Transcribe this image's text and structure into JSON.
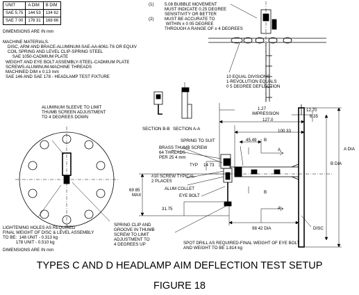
{
  "table": {
    "headers": [
      "UNIT",
      "A DIM",
      "B DIM"
    ],
    "rows": [
      [
        "SAE 5.75",
        "144 53",
        "134 62"
      ],
      [
        "SAE 7 00",
        "178 31",
        "168 66"
      ]
    ]
  },
  "notes": {
    "dims_mm_top": "DIMENSIONS ARE IN mm",
    "materials": "MACHINE MATERIALS.\n    DISC, ARM AND BRACE-ALUMINUM-SAE-AA-6061-T6 OR EQUIV\n    COIL SPRING AND LEVEL CLIP-SPRING STEEL\n        SAE 1050-CADMIUM PLATE",
    "weight": "WEIGHT AND EYE BOLT ASSEMBLY-STEEL-CADMIUM PLATE\nSCREWS-ALUMINUM-MACHINE THREADS\nMACHINED DIM ± 0.13 mm\nSAE 146 AND SAE 178 - HEADLAMP TEST FIXTURE",
    "bubble_num": "(1)",
    "bubble": "5.08 BUBBLE MOVEMENT\nMUST INDICATE 0.25 DEGREE\nSENSITIVITY OR BETTER",
    "accuracy_num": "(2)",
    "accuracy": "MUST BE ACCURATE TO\n WITHIN ± 0 05 DEGREE\nTHROUGH A RANGE OF ± 4 DEGREES",
    "divisions": "10 EQUAL DIVISIONS\n1-REVOLUTION EQUALS\n0 5 DEGREE DEFLECTION",
    "sleeve": "ALUMINUM SLEEVE TO LIMIT\nTHUMB SCREEN ADJUSTMENT\nTO 4 DEGREES DOWN",
    "section_bb": "SECTION B-B",
    "section_aa": "SECTION A-A",
    "lightening": "LIGHTENING HOLES AS REQUIRED\nFINAL WEIGHT OF DISC & LEVEL ASSEMBLY\nTO BE:  148 UNIT - 0.313 kg\n           178 UNIT - 0.510 kg",
    "dims_mm_bottom": "DIMENSIONS ARE IN mm",
    "spring_clip": "SPRING CLIP AND\nGROOVE IN THUMB\nSCREW TO LIMIT\nADJUSTMENT TO\n4 DEGREES UP",
    "spot_drill": "SPOT DRILL AS REQUIRED-FINAL WEIGHT OF EYE BOLT\nAND WEIGHT TO BE 1.814 kg"
  },
  "callouts": {
    "spring_to_suit": "SPRING TO SUIT",
    "brass_screw": "BRASS THUMB SCREW\n64 THREADS\nPER 25 4 mm",
    "typ": "TYP",
    "screw_typical": "#10 SCREW TYPICAL-\n2 PLACES",
    "alum_collet": "ALUM COLLET",
    "eye_bolt": "EYE BOLT",
    "disc": "DISC",
    "a_dia": "A DIA",
    "b_dia": "B DIA",
    "label_b": "B",
    "label_a": "A"
  },
  "dimensions": {
    "d_1_27": "1.27",
    "impression": "IMPRESSION",
    "d_12_70": "12.70",
    "d_6_35": "6.35",
    "d_127_0": "127.0",
    "d_100_33": "100 33",
    "d_45_49": "45.49",
    "d_14_73": "14 73",
    "d_69_85": "69 85",
    "max": "MAX",
    "d_31_75": "31.75",
    "d_98_42": "98 42 DIA"
  },
  "title": "TYPES C AND D HEADLAMP AIM DEFLECTION TEST SETUP",
  "figure": "FIGURE 18"
}
